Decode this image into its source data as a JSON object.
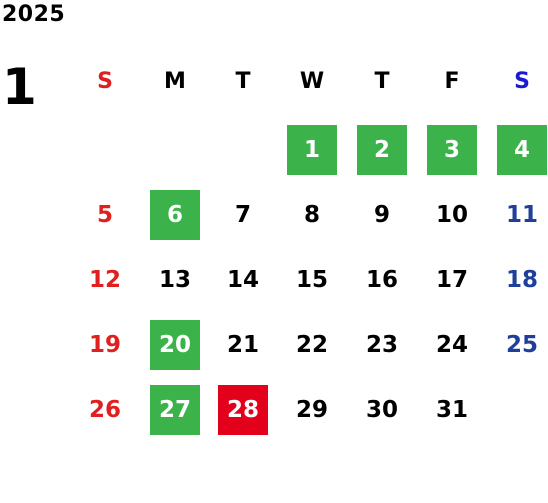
{
  "calendar": {
    "year": "2025",
    "month": "1",
    "weekdays": [
      "S",
      "M",
      "T",
      "W",
      "T",
      "F",
      "S"
    ],
    "colors": {
      "sunday": "#e02020",
      "saturday": "#1f3f9a",
      "weekday": "#000000",
      "highlight_green": "#3bb34a",
      "highlight_red": "#e3001b",
      "highlight_text": "#ffffff"
    },
    "weeks": [
      [
        null,
        null,
        null,
        {
          "label": "1",
          "type": "weekday",
          "highlight": "green"
        },
        {
          "label": "2",
          "type": "weekday",
          "highlight": "green"
        },
        {
          "label": "3",
          "type": "weekday",
          "highlight": "green"
        },
        {
          "label": "4",
          "type": "saturday",
          "highlight": "green"
        }
      ],
      [
        {
          "label": "5",
          "type": "sunday",
          "highlight": null
        },
        {
          "label": "6",
          "type": "weekday",
          "highlight": "green"
        },
        {
          "label": "7",
          "type": "weekday",
          "highlight": null
        },
        {
          "label": "8",
          "type": "weekday",
          "highlight": null
        },
        {
          "label": "9",
          "type": "weekday",
          "highlight": null
        },
        {
          "label": "10",
          "type": "weekday",
          "highlight": null
        },
        {
          "label": "11",
          "type": "saturday",
          "highlight": null
        }
      ],
      [
        {
          "label": "12",
          "type": "sunday",
          "highlight": null
        },
        {
          "label": "13",
          "type": "weekday",
          "highlight": null
        },
        {
          "label": "14",
          "type": "weekday",
          "highlight": null
        },
        {
          "label": "15",
          "type": "weekday",
          "highlight": null
        },
        {
          "label": "16",
          "type": "weekday",
          "highlight": null
        },
        {
          "label": "17",
          "type": "weekday",
          "highlight": null
        },
        {
          "label": "18",
          "type": "saturday",
          "highlight": null
        }
      ],
      [
        {
          "label": "19",
          "type": "sunday",
          "highlight": null
        },
        {
          "label": "20",
          "type": "weekday",
          "highlight": "green"
        },
        {
          "label": "21",
          "type": "weekday",
          "highlight": null
        },
        {
          "label": "22",
          "type": "weekday",
          "highlight": null
        },
        {
          "label": "23",
          "type": "weekday",
          "highlight": null
        },
        {
          "label": "24",
          "type": "weekday",
          "highlight": null
        },
        {
          "label": "25",
          "type": "saturday",
          "highlight": null
        }
      ],
      [
        {
          "label": "26",
          "type": "sunday",
          "highlight": null
        },
        {
          "label": "27",
          "type": "weekday",
          "highlight": "green"
        },
        {
          "label": "28",
          "type": "weekday",
          "highlight": "red"
        },
        {
          "label": "29",
          "type": "weekday",
          "highlight": null
        },
        {
          "label": "30",
          "type": "weekday",
          "highlight": null
        },
        {
          "label": "31",
          "type": "weekday",
          "highlight": null
        },
        null
      ]
    ]
  }
}
